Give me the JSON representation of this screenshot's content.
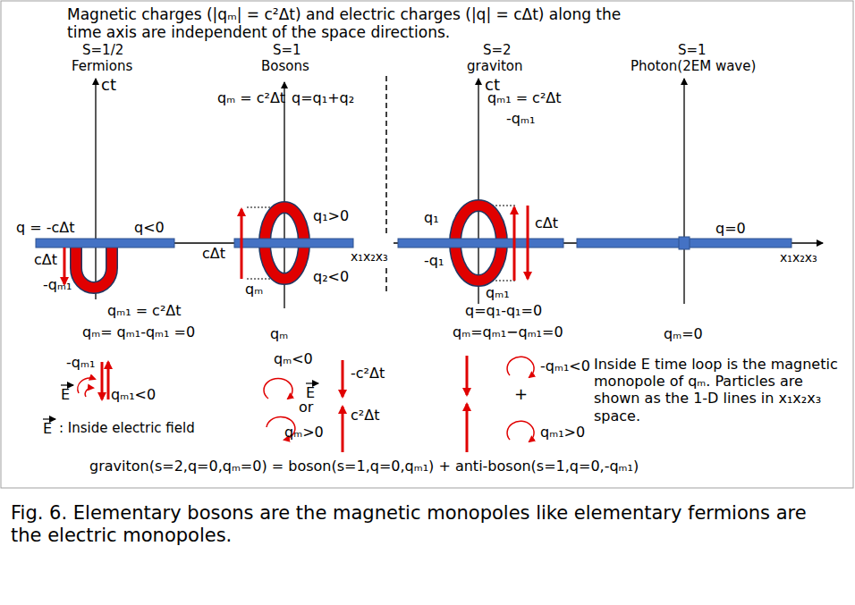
{
  "diagram": {
    "caption": "Fig. 6. Elementary bosons are the magnetic monopoles like elementary fermions are the electric monopoles.",
    "labels": [
      "Magnetic charges (|qₘ| = c²Δt) and electric charges (|q| = cΔt) along the time axis are independent of the space directions.",
      "S=1/2",
      "Fermions",
      "S=1",
      "Bosons",
      "S=2",
      "graviton",
      "S=1",
      "Photon(2EM wave)",
      "ct",
      "q = -cΔt",
      "q<0",
      "cΔt",
      "-qₘ₁",
      "qₘ₁ = c²Δt",
      "qₘ= qₘ₁-qₘ₁ =0",
      "qₘ = c²Δt",
      "q=q₁+q₂",
      "q₁>0",
      "x₁x₂x₃",
      "cΔt",
      "qₘ",
      "q₂<0",
      "qₘ",
      "ct",
      "qₘ₁ = c²Δt",
      "-qₘ₁",
      "q₁",
      "cΔt",
      "-q₁",
      "qₘ₁",
      "q=q₁-q₁=0",
      "qₘ=qₘ₁−qₘ₁=0",
      "q=0",
      "x₁x₂x₃",
      "qₘ=0",
      "-qₘ₁",
      "qₘ₁<0",
      "E",
      "E",
      ": Inside electric field",
      "qₘ<0",
      "E",
      "-c²Δt",
      "or",
      "c²Δt",
      "qₘ>0",
      "-qₘ₁<0",
      "+",
      "qₘ₁>0",
      "Inside E time loop is the magnetic monopole of qₘ. Particles are shown as the 1-D lines in x₁x₂x₃ space.",
      "graviton(s=2,q=0,qₘ=0) = boson(s=1,q=0,qₘ₁) + anti-boson(s=1,q=0,-qₘ₁)"
    ]
  }
}
